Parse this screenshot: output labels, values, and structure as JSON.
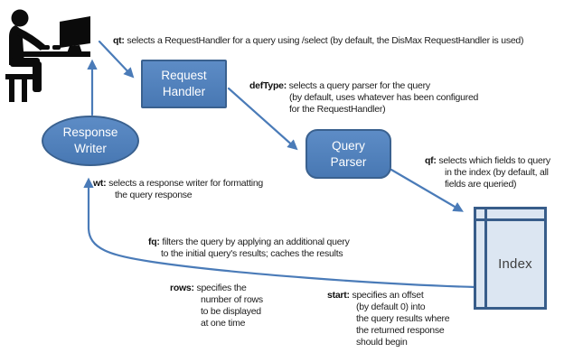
{
  "nodes": {
    "request_handler": {
      "line1": "Request",
      "line2": "Handler"
    },
    "query_parser": {
      "line1": "Query",
      "line2": "Parser"
    },
    "response_writer": {
      "line1": "Response",
      "line2": "Writer"
    },
    "index": {
      "label": "Index"
    }
  },
  "annotations": {
    "qt": {
      "keyword": "qt:",
      "lines": [
        "selects a RequestHandler for a query using /select (by default, the DisMax RequestHandler is used)"
      ]
    },
    "deftype": {
      "keyword": "defType:",
      "lines": [
        "selects a query parser for the query",
        "(by default, uses whatever has been configured",
        "for the RequestHandler)"
      ]
    },
    "qf": {
      "keyword": "qf:",
      "lines": [
        "selects which fields to query",
        "in the index (by default, all",
        "fields are queried)"
      ]
    },
    "wt": {
      "keyword": "wt:",
      "lines": [
        "selects a response writer for formatting",
        "the query response"
      ]
    },
    "fq": {
      "keyword": "fq:",
      "lines": [
        "filters the query by applying an additional query",
        "to the initial query's results;  caches the results"
      ]
    },
    "rows": {
      "keyword": "rows:",
      "lines": [
        "specifies the",
        "number of rows",
        "to be displayed",
        "at one time"
      ]
    },
    "start": {
      "keyword": "start:",
      "lines": [
        "specifies an offset",
        "(by default 0) into",
        "the query results where",
        "the returned response",
        "should begin"
      ]
    }
  },
  "icons": {
    "user": "person-at-computer-icon"
  },
  "colors": {
    "node_fill": "#4f81bd",
    "node_border": "#3a618f",
    "index_fill": "#dce6f2",
    "index_border": "#385d8a",
    "arrow": "#4a7bb8",
    "node_text": "#ffffff",
    "index_text": "#3f3f3f",
    "annotation_text": "#1c1c1c",
    "icon": "#0b0b0b"
  }
}
